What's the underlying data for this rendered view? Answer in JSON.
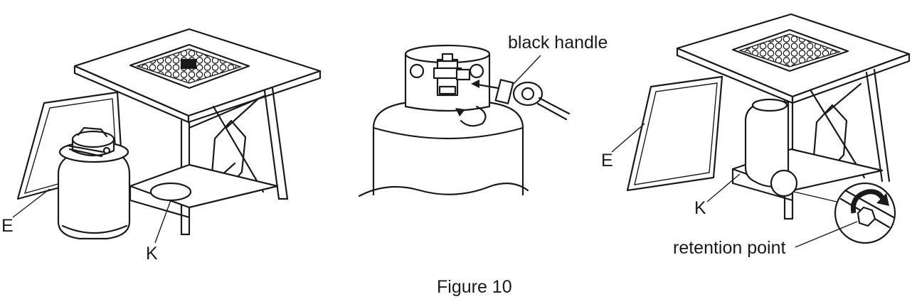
{
  "figure": {
    "caption": "Figure 10",
    "left_panel": {
      "label_door": "E",
      "label_base": "K"
    },
    "middle_panel": {
      "label_handle": "black handle"
    },
    "right_panel": {
      "label_door": "E",
      "label_base": "K",
      "label_retention": "retention point"
    }
  },
  "icons": {
    "left": [
      "fire-table-illustration",
      "propane-tank-illustration",
      "open-door-panel"
    ],
    "middle": [
      "propane-tank-valve-illustration",
      "regulator-hose-illustration",
      "rotate-arrow-icon"
    ],
    "right": [
      "fire-table-illustration",
      "propane-tank-illustration",
      "magnifier-circle",
      "rotate-arrow-icon"
    ]
  },
  "colors": {
    "line": "#1a1a1a",
    "background": "#ffffff"
  }
}
